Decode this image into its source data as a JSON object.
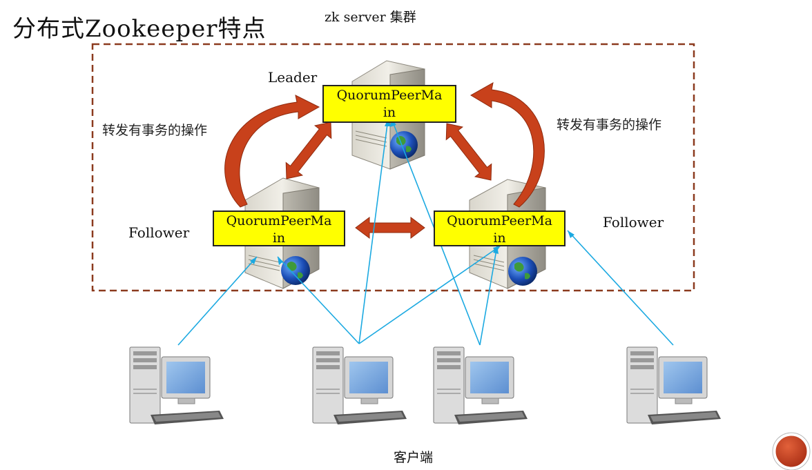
{
  "title": "分布式Zookeeper特点",
  "cluster_label": "zk server 集群",
  "nodes": {
    "leader": {
      "role": "Leader",
      "process_line1": "QuorumPeerMa",
      "process_line2": "in"
    },
    "follower_left": {
      "role": "Follower",
      "process_line1": "QuorumPeerMa",
      "process_line2": "in"
    },
    "follower_right": {
      "role": "Follower",
      "process_line1": "QuorumPeerMa",
      "process_line2": "in"
    }
  },
  "forward_label_left": "转发有事务的操作",
  "forward_label_right": "转发有事务的操作",
  "client_label": "客户端",
  "colors": {
    "cluster_border": "#8b3a1e",
    "arrow_fill": "#c8411b",
    "client_link": "#1ba9e1",
    "process_box": "#ffff00",
    "nav_button": "#c0391d"
  }
}
